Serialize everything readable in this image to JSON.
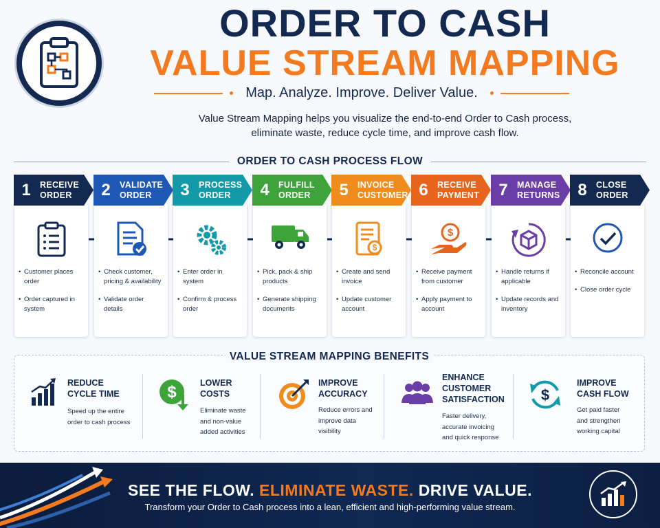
{
  "header": {
    "title_line1": "ORDER TO CASH",
    "title_line2": "VALUE STREAM MAPPING",
    "tagline": "Map. Analyze. Improve. Deliver Value.",
    "intro_line1": "Value Stream Mapping helps you visualize the end-to-end Order to Cash process,",
    "intro_line2": "eliminate waste, reduce cycle time, and improve cash flow."
  },
  "process": {
    "section_title": "ORDER TO CASH PROCESS FLOW",
    "steps": [
      {
        "number": "1",
        "label_line1": "RECEIVE",
        "label_line2": "ORDER",
        "color": "#13294f",
        "icon": "clipboard-icon",
        "bullets": [
          "Customer places order",
          "Order captured in system"
        ]
      },
      {
        "number": "2",
        "label_line1": "VALIDATE",
        "label_line2": "ORDER",
        "color": "#1f57b5",
        "icon": "document-check-icon",
        "bullets": [
          "Check customer, pricing & availability",
          "Validate order details"
        ]
      },
      {
        "number": "3",
        "label_line1": "PROCESS",
        "label_line2": "ORDER",
        "color": "#129aa8",
        "icon": "gears-icon",
        "bullets": [
          "Enter order in system",
          "Confirm & process order"
        ]
      },
      {
        "number": "4",
        "label_line1": "FULFILL",
        "label_line2": "ORDER",
        "color": "#3ea33b",
        "icon": "truck-icon",
        "bullets": [
          "Pick, pack & ship products",
          "Generate shipping documents"
        ]
      },
      {
        "number": "5",
        "label_line1": "INVOICE",
        "label_line2": "CUSTOMER",
        "color": "#f08c1e",
        "icon": "invoice-icon",
        "bullets": [
          "Create and send invoice",
          "Update customer account"
        ]
      },
      {
        "number": "6",
        "label_line1": "RECEIVE",
        "label_line2": "PAYMENT",
        "color": "#e7641d",
        "icon": "payment-hand-icon",
        "bullets": [
          "Receive payment from customer",
          "Apply payment to account"
        ]
      },
      {
        "number": "7",
        "label_line1": "MANAGE",
        "label_line2": "RETURNS",
        "color": "#6a3ea6",
        "icon": "return-box-icon",
        "bullets": [
          "Handle returns if applicable",
          "Update records and inventory"
        ]
      },
      {
        "number": "8",
        "label_line1": "CLOSE",
        "label_line2": "ORDER",
        "color": "#13294f",
        "icon": "check-circle-icon",
        "bullets": [
          "Reconcile account",
          "Close order cycle"
        ]
      }
    ]
  },
  "benefits": {
    "section_title": "VALUE STREAM MAPPING BENEFITS",
    "items": [
      {
        "title_line1": "REDUCE",
        "title_line2": "CYCLE TIME",
        "title_line3": "",
        "icon": "bar-growth-icon",
        "text_lines": [
          "Speed up the entire",
          "order to cash process"
        ]
      },
      {
        "title_line1": "LOWER",
        "title_line2": "COSTS",
        "title_line3": "",
        "icon": "dollar-down-icon",
        "text_lines": [
          "Eliminate waste",
          "and non-value",
          "added activities"
        ]
      },
      {
        "title_line1": "IMPROVE",
        "title_line2": "ACCURACY",
        "title_line3": "",
        "icon": "target-icon",
        "text_lines": [
          "Reduce errors and",
          "improve data",
          "visibility"
        ]
      },
      {
        "title_line1": "ENHANCE",
        "title_line2": "CUSTOMER",
        "title_line3": "SATISFACTION",
        "icon": "people-icon",
        "text_lines": [
          "Faster delivery,",
          "accurate invoicing",
          "and quick response"
        ]
      },
      {
        "title_line1": "IMPROVE",
        "title_line2": "CASH FLOW",
        "title_line3": "",
        "icon": "cash-cycle-icon",
        "text_lines": [
          "Get paid faster",
          "and strengthen",
          "working capital"
        ]
      }
    ]
  },
  "footer": {
    "slogan_part1": "SEE THE FLOW.",
    "slogan_part2": "ELIMINATE WASTE.",
    "slogan_part3": "DRIVE VALUE.",
    "subtext": "Transform your Order to Cash process into a lean, efficient and high-performing value stream."
  },
  "colors": {
    "navy": "#13294f",
    "orange": "#f47a1f",
    "background": "#f7f9fc"
  }
}
